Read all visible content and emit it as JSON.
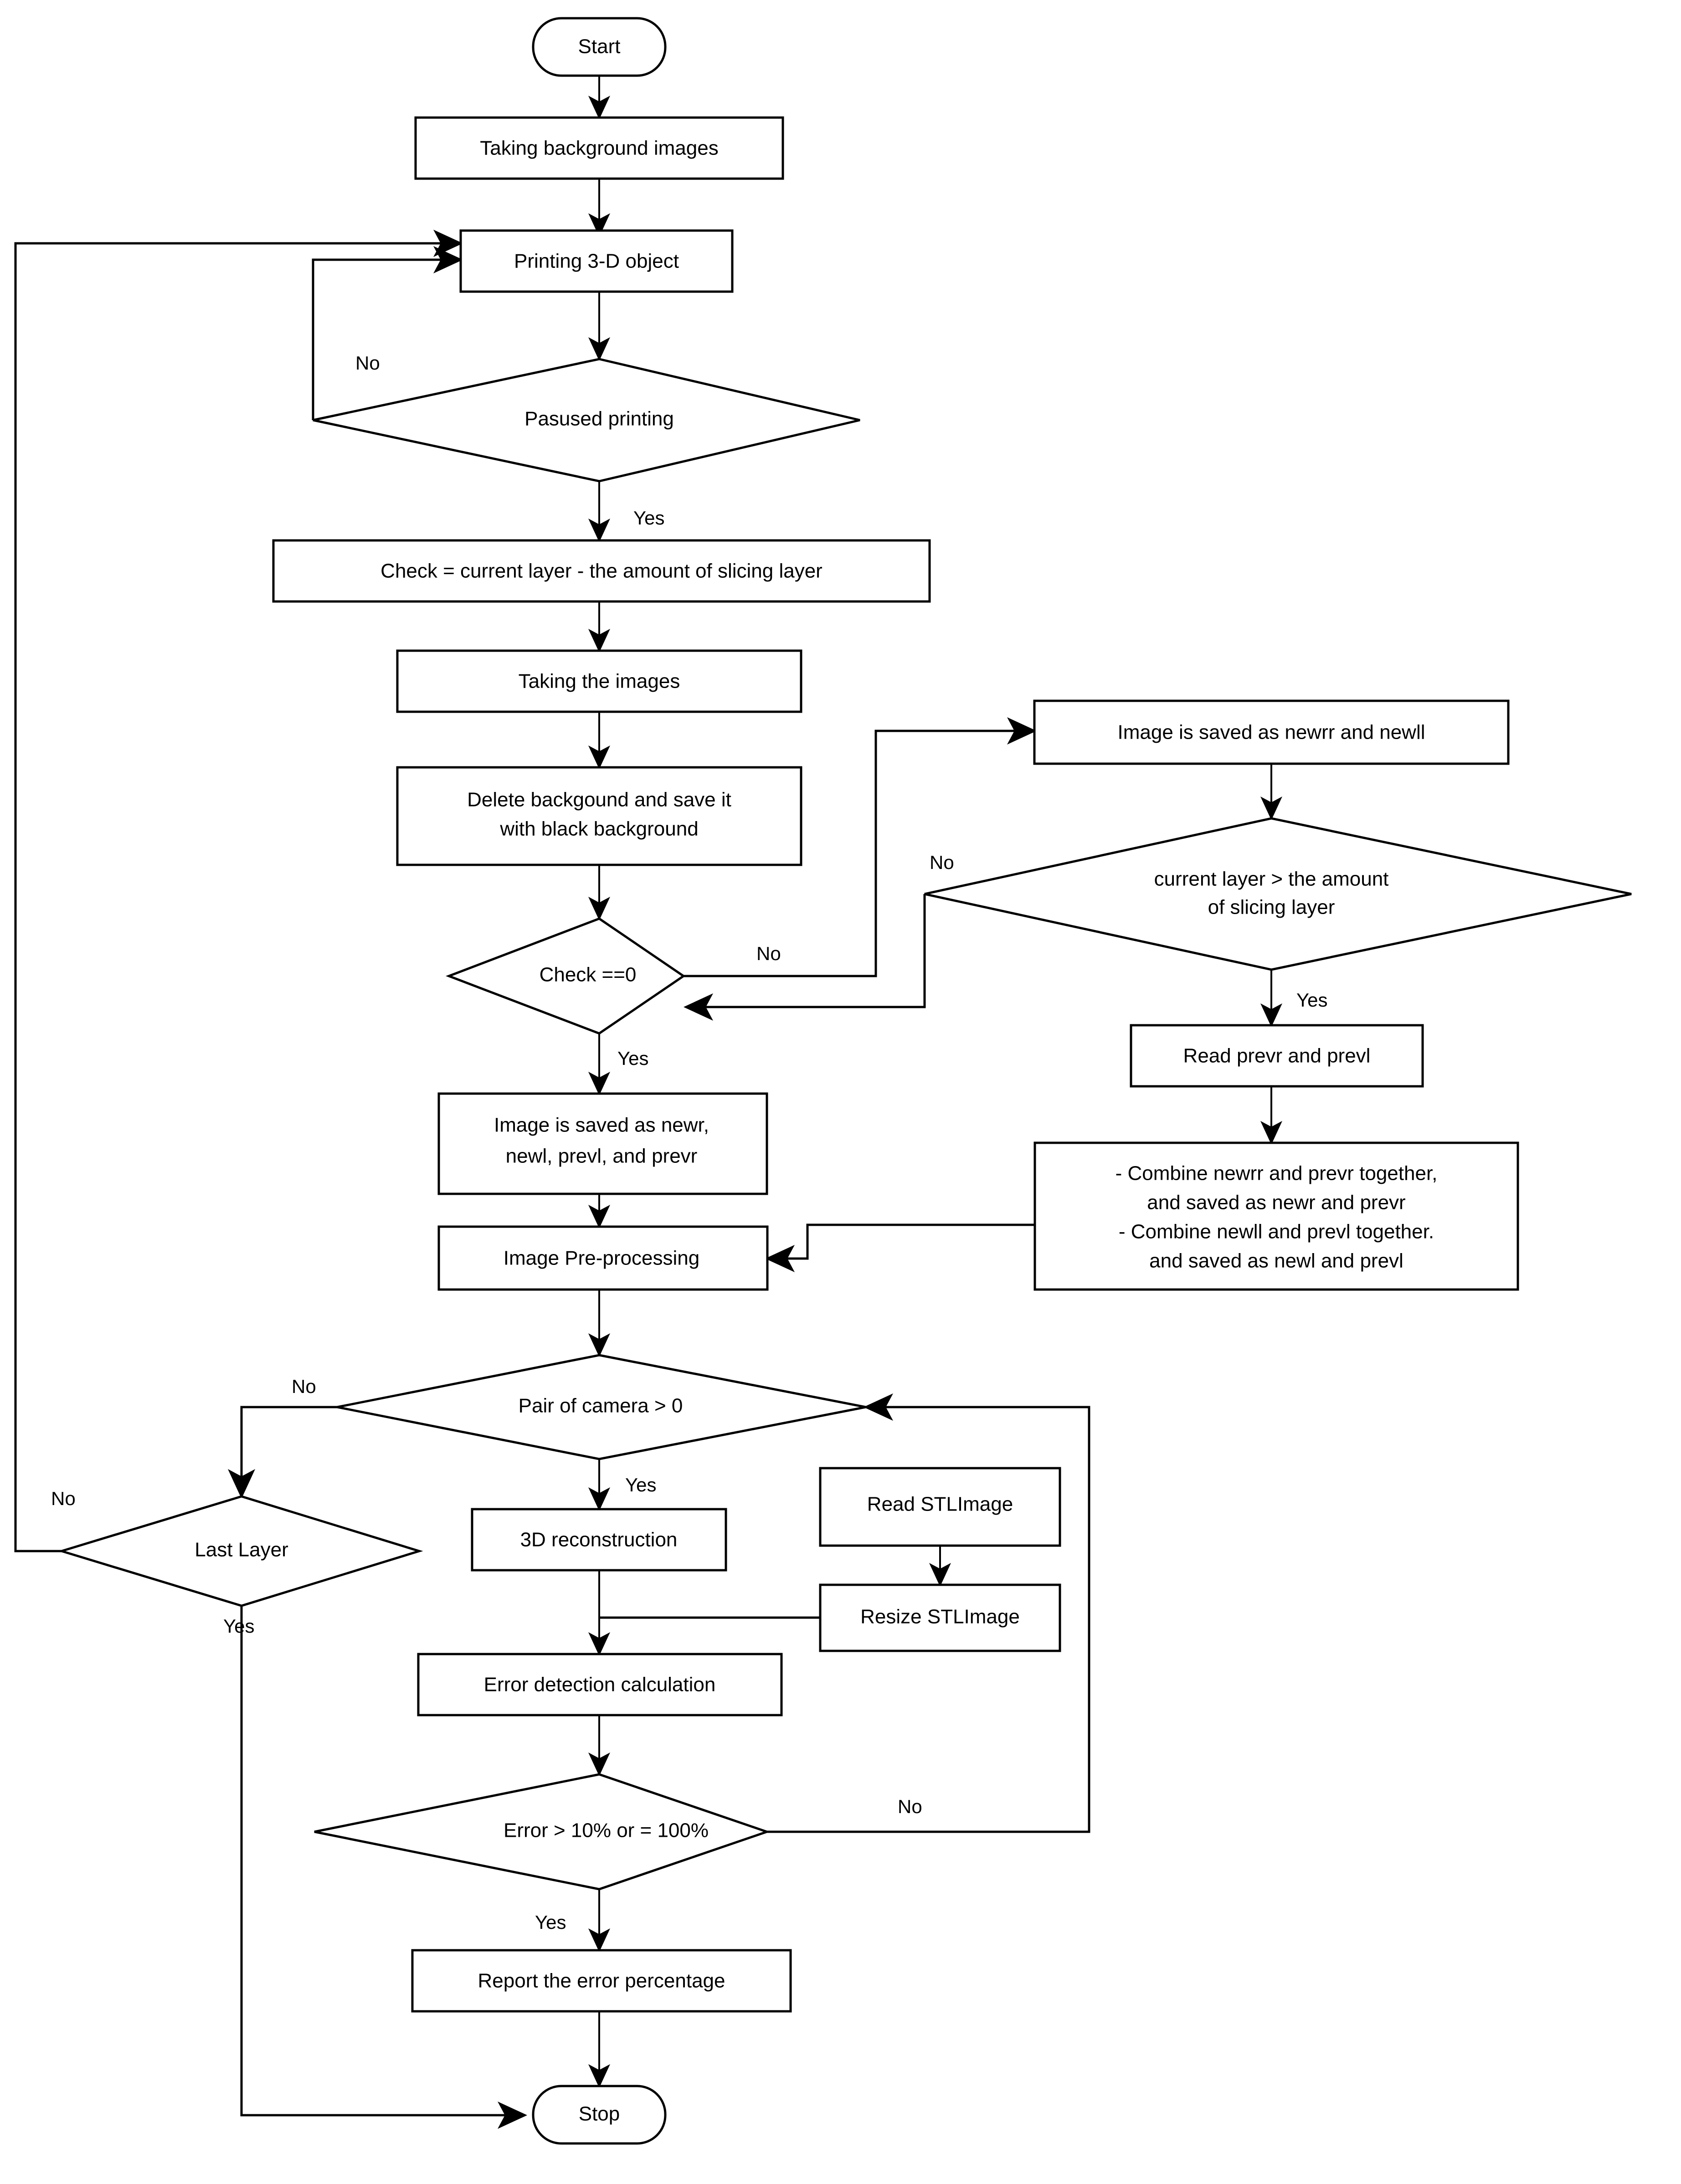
{
  "diagram": {
    "title": "3D printing error-detection process flowchart",
    "background_color": "#ffffff",
    "line_color": "#000000",
    "text_color": "#000000"
  },
  "nodes": {
    "start": {
      "label": "Start",
      "shape": "terminator"
    },
    "taking_background": {
      "label": "Taking background images",
      "shape": "process"
    },
    "printing": {
      "label": "Printing 3-D object",
      "shape": "process"
    },
    "paused": {
      "label": "Pasused printing",
      "shape": "decision"
    },
    "check_calc": {
      "label": "Check = current layer - the amount of slicing layer",
      "shape": "process"
    },
    "taking_images": {
      "label": "Taking the images",
      "shape": "process"
    },
    "delete_bg_l1": {
      "label": "Delete backgound and save it",
      "shape": "process"
    },
    "delete_bg_l2": {
      "label": "with black background",
      "shape": "process"
    },
    "check_zero": {
      "label": "Check ==0",
      "shape": "decision"
    },
    "saved_newrr": {
      "label": "Image is saved as newrr and newll",
      "shape": "process"
    },
    "layer_gt_l1": {
      "label": "current layer > the amount",
      "shape": "decision"
    },
    "layer_gt_l2": {
      "label": "of slicing layer",
      "shape": "decision"
    },
    "read_prev": {
      "label": "Read prevr and prevl",
      "shape": "process"
    },
    "combine_l1": {
      "label": "- Combine newrr and prevr together,",
      "shape": "process"
    },
    "combine_l2": {
      "label": "and saved as newr and prevr",
      "shape": "process"
    },
    "combine_l3": {
      "label": "- Combine newll and prevl together.",
      "shape": "process"
    },
    "combine_l4": {
      "label": "and saved as newl and prevl",
      "shape": "process"
    },
    "saved_newr_l1": {
      "label": "Image is saved as newr,",
      "shape": "process"
    },
    "saved_newr_l2": {
      "label": "newl, prevl, and prevr",
      "shape": "process"
    },
    "preprocessing": {
      "label": "Image Pre-processing",
      "shape": "process"
    },
    "pair_camera": {
      "label": "Pair of camera > 0",
      "shape": "decision"
    },
    "last_layer": {
      "label": "Last Layer",
      "shape": "decision"
    },
    "recon_3d": {
      "label": "3D reconstruction",
      "shape": "process"
    },
    "read_stl": {
      "label": "Read STLImage",
      "shape": "process"
    },
    "resize_stl": {
      "label": "Resize STLImage",
      "shape": "process"
    },
    "error_calc": {
      "label": "Error detection calculation",
      "shape": "process"
    },
    "error_test": {
      "label": "Error > 10% or = 100%",
      "shape": "decision"
    },
    "report": {
      "label": "Report the error percentage",
      "shape": "process"
    },
    "stop": {
      "label": "Stop",
      "shape": "terminator"
    }
  },
  "edge_labels": {
    "paused_no": "No",
    "paused_yes": "Yes",
    "check_zero_no": "No",
    "check_zero_yes": "Yes",
    "layer_gt_no": "No",
    "layer_gt_yes": "Yes",
    "pair_camera_no": "No",
    "pair_camera_yes": "Yes",
    "last_layer_no": "No",
    "last_layer_yes": "Yes",
    "error_no": "No",
    "error_yes": "Yes"
  }
}
